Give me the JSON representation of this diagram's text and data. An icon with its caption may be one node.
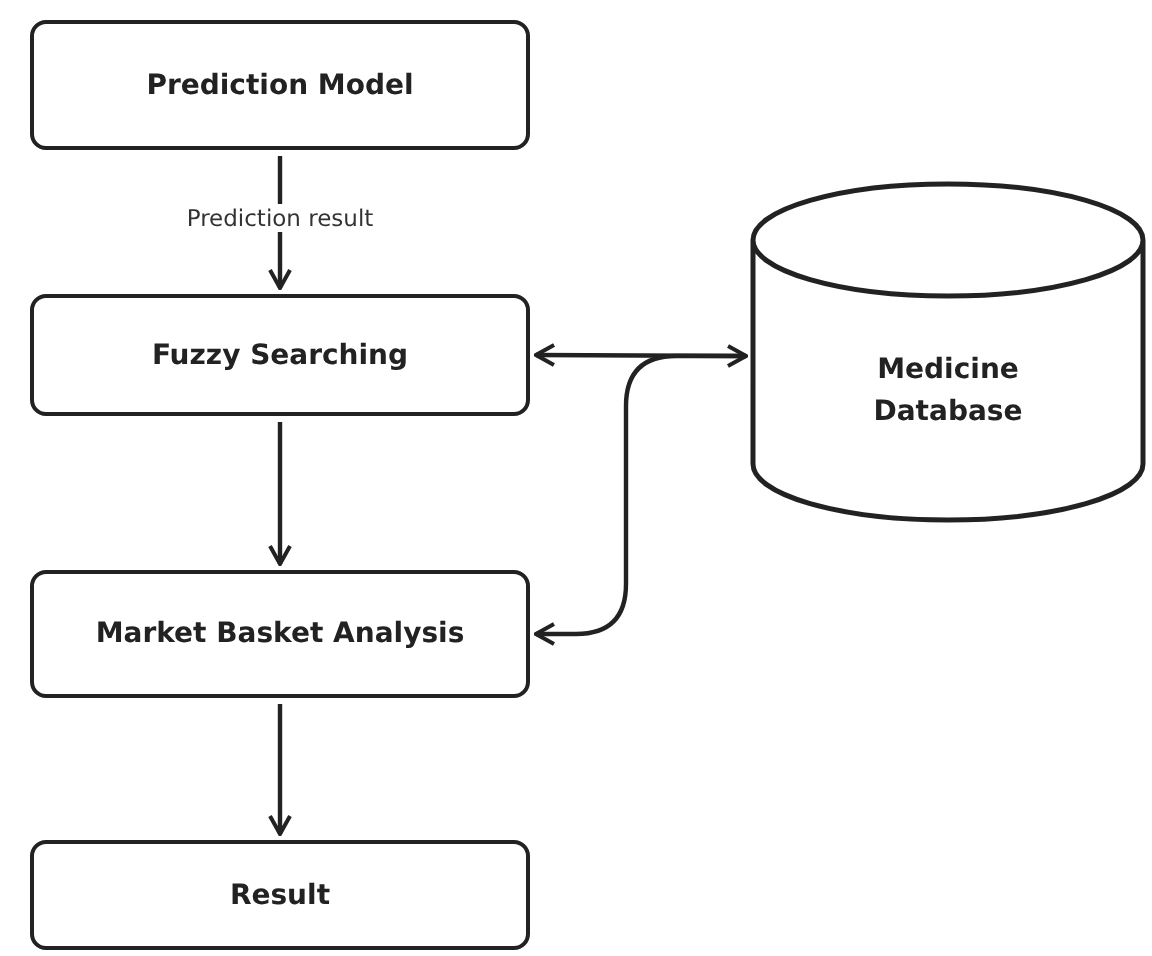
{
  "diagram": {
    "nodes": [
      {
        "text": [
          "Prediction Model"
        ]
      },
      {
        "text": [
          "Fuzzy Searching"
        ]
      },
      {
        "text": [
          "Market Basket Analysis"
        ]
      },
      {
        "text": [
          "Result"
        ]
      },
      {
        "text": [
          "Medicine Database"
        ]
      }
    ],
    "edges": [
      {
        "from": 0,
        "to": 1,
        "arrow": "to",
        "label": "Prediction result"
      },
      {
        "from": 1,
        "to": 2,
        "arrow": "to"
      },
      {
        "from": 2,
        "to": 3,
        "arrow": "to"
      },
      {
        "from": 4,
        "to": 1,
        "arrow": "both"
      },
      {
        "from": 4,
        "to": 2,
        "arrow": "to"
      }
    ]
  }
}
